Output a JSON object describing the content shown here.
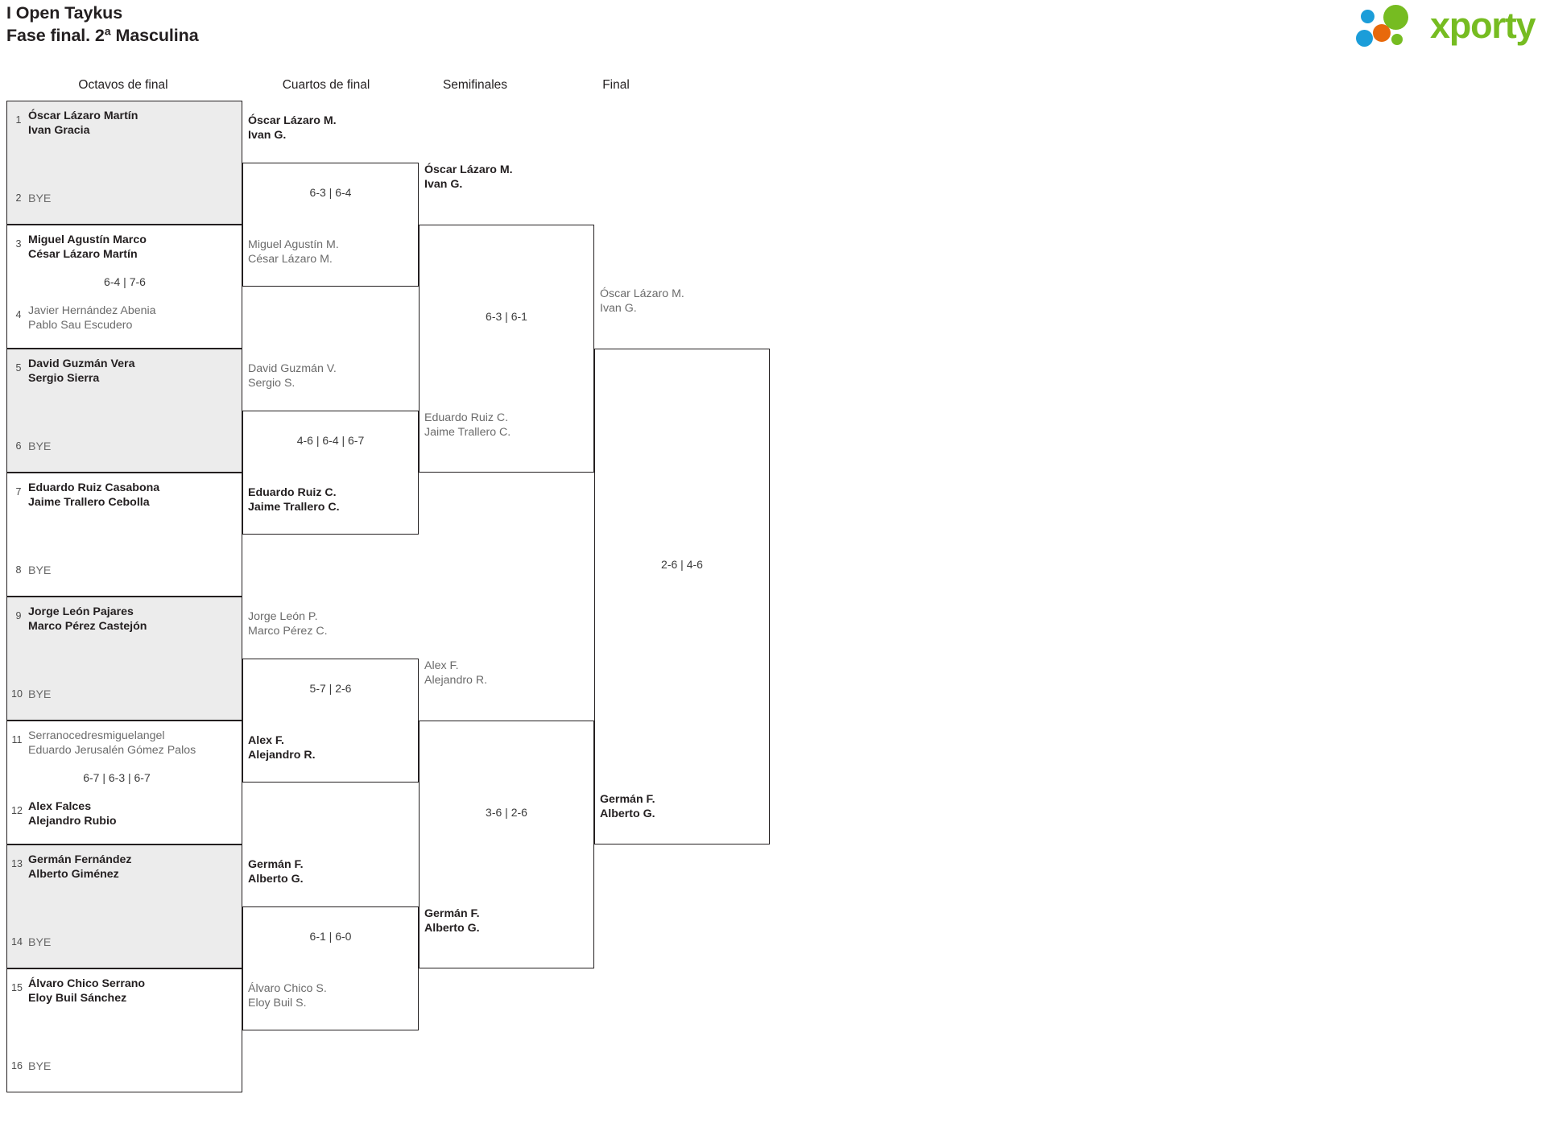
{
  "header": {
    "tournament": "I Open Taykus",
    "phase": "Fase final. 2ª Masculina",
    "logo": {
      "word": "xporty",
      "green": "#76bc21",
      "blue": "#1b9dd9",
      "orange": "#e8690b"
    }
  },
  "rounds": [
    {
      "label": "Octavos de final"
    },
    {
      "label": "Cuartos de final"
    },
    {
      "label": "Semifinales"
    },
    {
      "label": "Final"
    }
  ],
  "bye_label": "BYE",
  "round1": [
    {
      "seed_top": "1",
      "seed_bottom": "2",
      "top": "Óscar Lázaro Martín\nIvan Gracia",
      "top_state": "win",
      "bottom": "BYE",
      "bottom_state": "bye",
      "score": ""
    },
    {
      "seed_top": "3",
      "seed_bottom": "4",
      "top": "Miguel Agustín Marco\nCésar Lázaro Martín",
      "top_state": "win",
      "bottom": "Javier Hernández Abenia\nPablo Sau Escudero",
      "bottom_state": "lose",
      "score": "6-4 | 7-6"
    },
    {
      "seed_top": "5",
      "seed_bottom": "6",
      "top": "David Guzmán Vera\nSergio Sierra",
      "top_state": "win",
      "bottom": "BYE",
      "bottom_state": "bye",
      "score": ""
    },
    {
      "seed_top": "7",
      "seed_bottom": "8",
      "top": "Eduardo Ruiz Casabona\nJaime Trallero Cebolla",
      "top_state": "win",
      "bottom": "BYE",
      "bottom_state": "bye",
      "score": ""
    },
    {
      "seed_top": "9",
      "seed_bottom": "10",
      "top": "Jorge León Pajares\nMarco Pérez Castejón",
      "top_state": "win",
      "bottom": "BYE",
      "bottom_state": "bye",
      "score": ""
    },
    {
      "seed_top": "11",
      "seed_bottom": "12",
      "top": "Serranocedresmiguelangel\nEduardo Jerusalén Gómez Palos",
      "top_state": "lose",
      "bottom": "Alex Falces\nAlejandro Rubio",
      "bottom_state": "win",
      "score": "6-7 | 6-3 | 6-7"
    },
    {
      "seed_top": "13",
      "seed_bottom": "14",
      "top": "Germán Fernández\nAlberto Giménez",
      "top_state": "win",
      "bottom": "BYE",
      "bottom_state": "bye",
      "score": ""
    },
    {
      "seed_top": "15",
      "seed_bottom": "16",
      "top": "Álvaro Chico Serrano\nEloy Buil Sánchez",
      "top_state": "win",
      "bottom": "BYE",
      "bottom_state": "bye",
      "score": ""
    }
  ],
  "round2": [
    {
      "top": "Óscar Lázaro M.\nIvan G.",
      "top_state": "win",
      "bottom": "Miguel Agustín M.\nCésar Lázaro M.",
      "bottom_state": "lose",
      "score": "6-3 | 6-4"
    },
    {
      "top": "David Guzmán V.\nSergio S.",
      "top_state": "lose",
      "bottom": "Eduardo Ruiz C.\nJaime Trallero C.",
      "bottom_state": "win",
      "score": "4-6 | 6-4 | 6-7"
    },
    {
      "top": "Jorge León P.\nMarco Pérez C.",
      "top_state": "lose",
      "bottom": "Alex F.\nAlejandro R.",
      "bottom_state": "win",
      "score": "5-7 | 2-6"
    },
    {
      "top": "Germán F.\nAlberto G.",
      "top_state": "win",
      "bottom": "Álvaro Chico S.\nEloy Buil S.",
      "bottom_state": "lose",
      "score": "6-1 | 6-0"
    }
  ],
  "round3": [
    {
      "top": "Óscar Lázaro M.\nIvan G.",
      "top_state": "win",
      "bottom": "Eduardo Ruiz C.\nJaime Trallero C.",
      "bottom_state": "lose",
      "score": "6-3 | 6-1"
    },
    {
      "top": "Alex F.\nAlejandro R.",
      "top_state": "lose",
      "bottom": "Germán F.\nAlberto G.",
      "bottom_state": "win",
      "score": "3-6 | 2-6"
    }
  ],
  "round4": [
    {
      "top": "Óscar Lázaro M.\nIvan G.",
      "top_state": "lose",
      "bottom": "Germán F.\nAlberto G.",
      "bottom_state": "win",
      "score": "2-6 | 4-6"
    }
  ]
}
